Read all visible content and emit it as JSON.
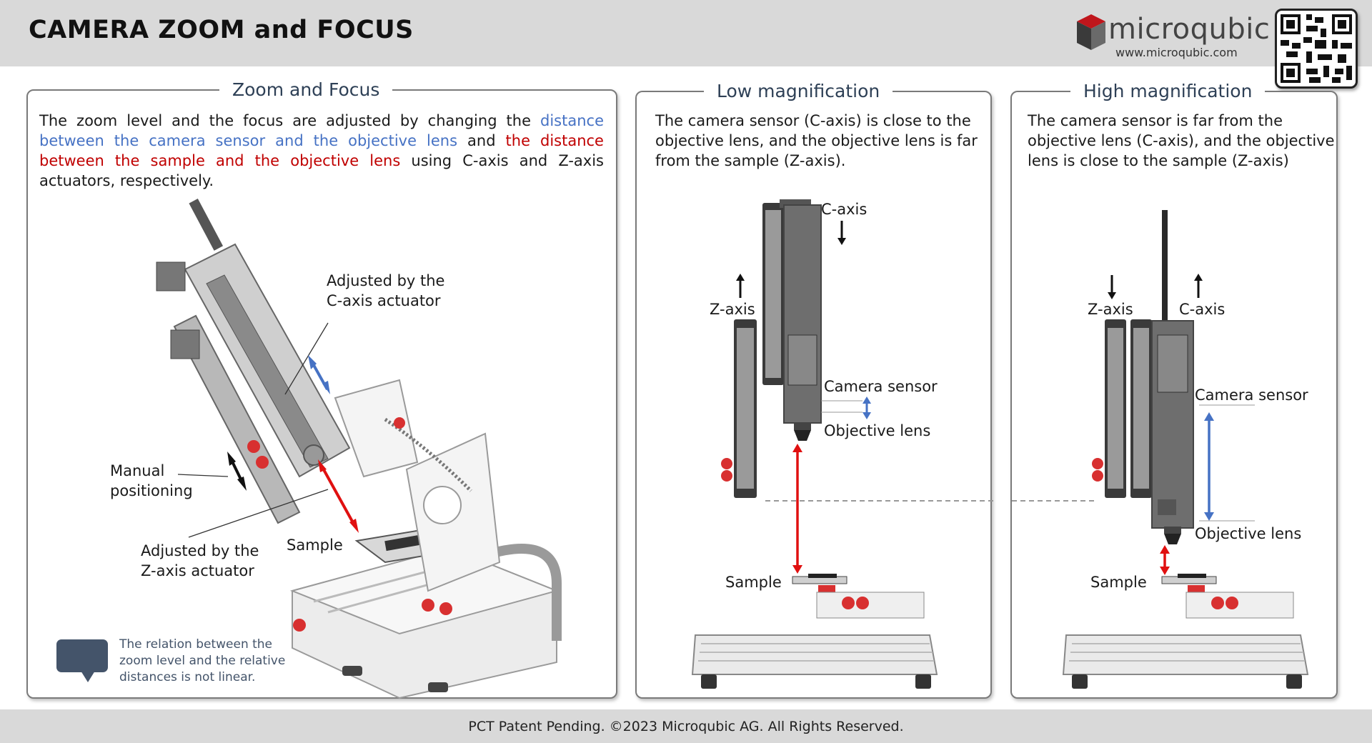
{
  "header": {
    "title": "CAMERA ZOOM and FOCUS",
    "brand": "microqubic",
    "url": "www.microqubic.com"
  },
  "panels": {
    "zoom_focus": {
      "title": "Zoom and Focus",
      "text_1": "The zoom level and the focus are adjusted by changing the",
      "text_blue": "distance between the camera sensor and the objective lens",
      "text_2": "and",
      "text_red": "the distance between the sample and the objective lens",
      "text_3": "using C-axis and Z-axis actuators, respectively.",
      "label_c_axis": "Adjusted by the\nC-axis actuator",
      "label_manual": "Manual\npositioning",
      "label_z_axis": "Adjusted by the\nZ-axis actuator",
      "label_sample": "Sample",
      "note": "The relation between the zoom level and the relative distances is not linear."
    },
    "low_mag": {
      "title": "Low magnification",
      "text": "The camera sensor (C-axis) is close to the objective lens, and the objective lens is far from the sample (Z-axis).",
      "label_c_axis": "C-axis",
      "label_z_axis": "Z-axis",
      "label_camera": "Camera sensor",
      "label_objective": "Objective lens",
      "label_sample": "Sample"
    },
    "high_mag": {
      "title": "High magnification",
      "text": "The camera sensor is far from the objective lens (C-axis), and the objective lens is close to the sample (Z-axis)",
      "label_z_axis": "Z-axis",
      "label_c_axis": "C-axis",
      "label_camera": "Camera sensor",
      "label_objective": "Objective lens",
      "label_sample": "Sample"
    }
  },
  "footer": {
    "text": "PCT Patent Pending. ©2023 Microqubic AG. All Rights Reserved."
  },
  "colors": {
    "blue_arrow": "#4672c4",
    "red_arrow": "#e01010",
    "header_bg": "#d9d9d9",
    "title_accent": "#2e4056",
    "logo_red": "#c0161c"
  }
}
